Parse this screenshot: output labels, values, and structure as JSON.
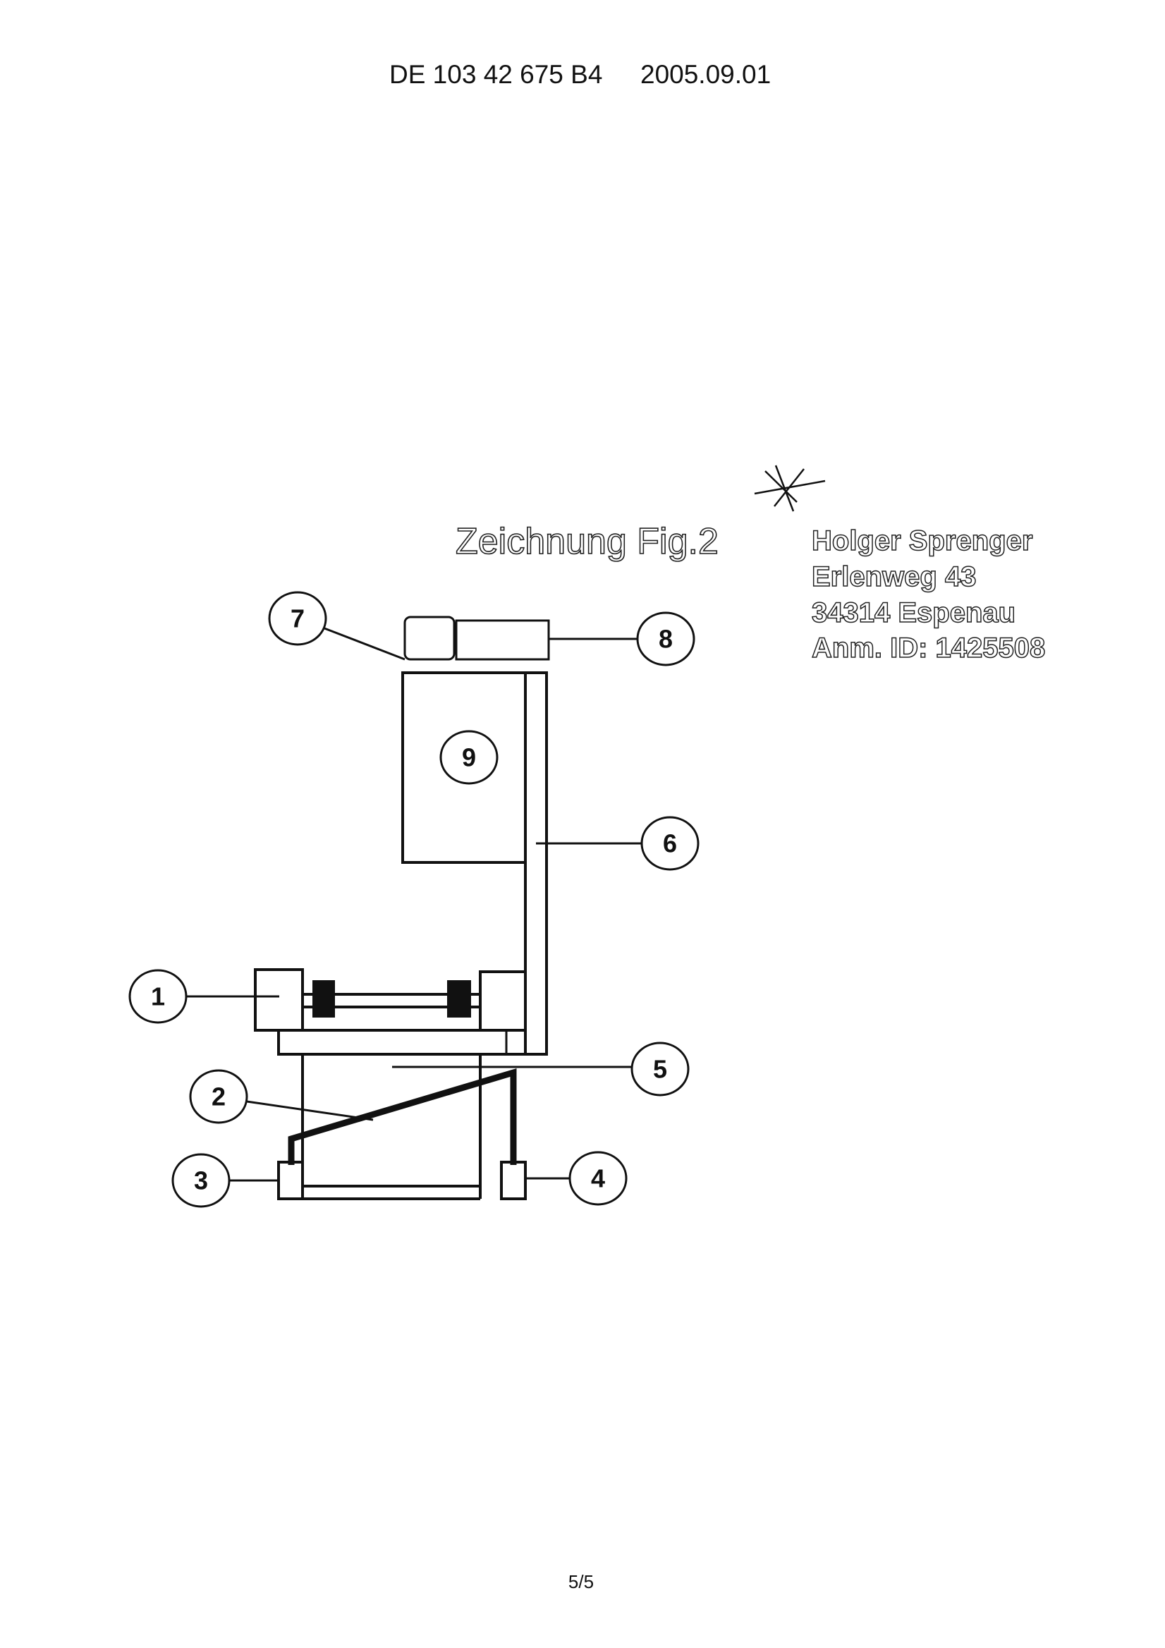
{
  "header": {
    "patent_number": "DE 103 42 675 B4",
    "date": "2005.09.01"
  },
  "drawing": {
    "title": "Zeichnung Fig.2",
    "address": [
      "Holger Sprenger",
      "Erlenweg 43",
      "34314 Espenau",
      "Anm. ID: 1425508"
    ],
    "labels": [
      "1",
      "2",
      "3",
      "4",
      "5",
      "6",
      "7",
      "8",
      "9"
    ]
  },
  "footer": {
    "page": "5/5"
  }
}
